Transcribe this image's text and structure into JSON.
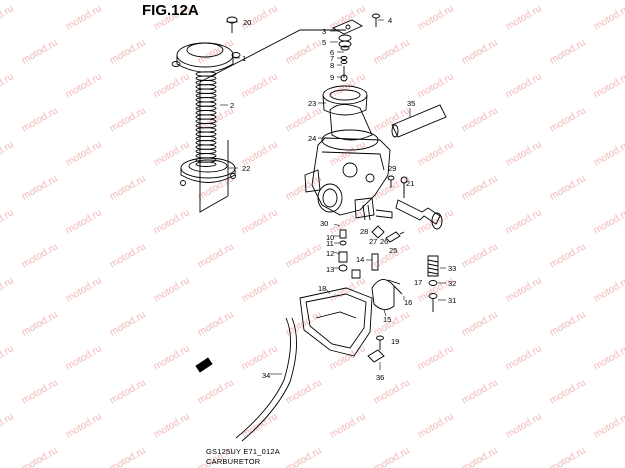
{
  "figure": {
    "title": "FIG.12A",
    "drawing_code": "GS125UY E71_012A",
    "caption": "CARBURETOR"
  },
  "watermark": {
    "text": "motod.ru",
    "color": "#f2b8b8"
  },
  "callouts": [
    "20",
    "1",
    "2",
    "22",
    "4",
    "3",
    "5",
    "6",
    "7",
    "8",
    "9",
    "23",
    "35",
    "24",
    "29",
    "21",
    "30",
    "28",
    "27",
    "26",
    "10",
    "11",
    "25",
    "12",
    "14",
    "13",
    "33",
    "17",
    "32",
    "18",
    "16",
    "31",
    "15",
    "19",
    "34",
    "36"
  ]
}
